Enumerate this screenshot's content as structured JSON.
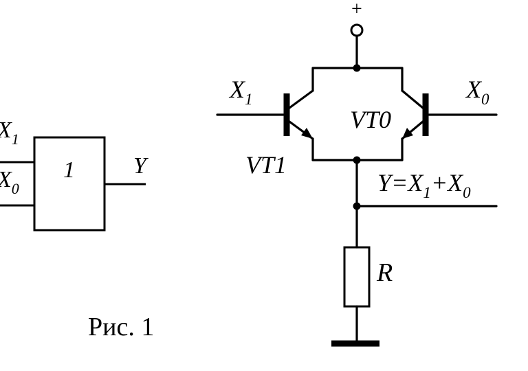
{
  "gate": {
    "input1_main": "X",
    "input1_sub": "1",
    "input0_main": "X",
    "input0_sub": "0",
    "symbol": "1",
    "output": "Y"
  },
  "circuit": {
    "supply": "+",
    "x1_main": "X",
    "x1_sub": "1",
    "x0_main": "X",
    "x0_sub": "0",
    "vt0": "VT0",
    "vt1": "VT1",
    "eq_y": "Y",
    "eq_eq": "=",
    "eq_x1_main": "X",
    "eq_x1_sub": "1",
    "eq_plus": "+",
    "eq_x0_main": "X",
    "eq_x0_sub": "0",
    "resistor": "R"
  },
  "caption": "Рис. 1"
}
